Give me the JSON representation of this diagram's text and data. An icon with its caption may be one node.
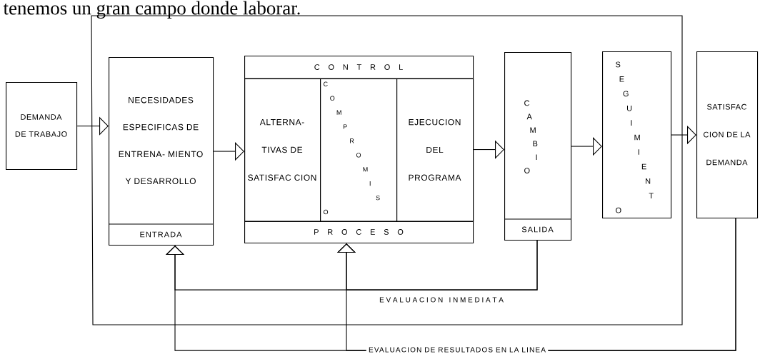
{
  "diagram": {
    "nodes": [
      {
        "text": [
          "DEMANDA DE TRABAJO"
        ]
      },
      {
        "text": [
          "NECESIDADES ESPECIFICAS DE ENTRENA- MIENTO Y DESARROLLO",
          "ENTRADA"
        ]
      },
      {
        "text": [
          "C O N T R O L",
          "P R O C E S O"
        ]
      },
      {
        "text": [
          "ALTERNA- TIVAS DE SATISFAC CION"
        ],
        "in": 2
      },
      {
        "text": [
          "COMPROMISO"
        ],
        "in": 2
      },
      {
        "text": [
          "EJECUCION DEL PROGRAMA"
        ],
        "in": 2
      },
      {
        "text": [
          "CAMBIO",
          "SALIDA"
        ]
      },
      {
        "text": [
          "SEGUIMIENTO"
        ]
      },
      {
        "text": [
          "SATISFAC CION DE LA DEMANDA"
        ]
      }
    ],
    "edges": [
      {
        "from": 0,
        "to": 1,
        "arrow": "to"
      },
      {
        "from": 1,
        "to": 2,
        "arrow": "to"
      },
      {
        "from": 2,
        "to": 6,
        "arrow": "to"
      },
      {
        "from": 6,
        "to": 7,
        "arrow": "to"
      },
      {
        "from": 7,
        "to": 8,
        "arrow": "to"
      },
      {
        "from": 6,
        "to": 1,
        "arrow": "to",
        "label": "E V A L U A C I O N   I N M E D I A T A"
      },
      {
        "from": 6,
        "to": 2,
        "arrow": "to"
      },
      {
        "from": 8,
        "to": 1,
        "arrow": "to",
        "label": "EVALUACION DE RESULTADOS EN LA LINEA"
      },
      {
        "from": 8,
        "to": 2,
        "arrow": "to"
      }
    ],
    "labels": [
      "tenemos un gran campo donde laborar."
    ]
  }
}
